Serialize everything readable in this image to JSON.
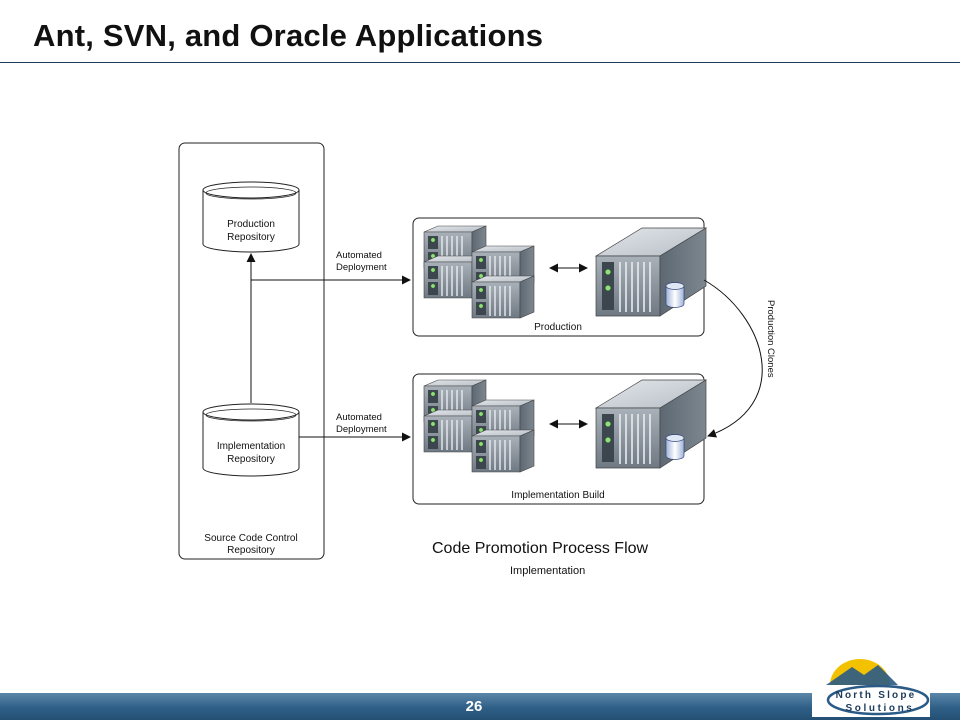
{
  "slide": {
    "title": "Ant, SVN, and Oracle Applications",
    "page_number": "26"
  },
  "diagram": {
    "repository_container": {
      "label_line1": "Source Code Control",
      "label_line2": "Repository"
    },
    "production_repository": {
      "label_line1": "Production",
      "label_line2": "Repository"
    },
    "implementation_repository": {
      "label_line1": "Implementation",
      "label_line2": "Repository"
    },
    "deploy_to_production": {
      "label_line1": "Automated",
      "label_line2": "Deployment"
    },
    "deploy_to_implementation": {
      "label_line1": "Automated",
      "label_line2": "Deployment"
    },
    "production_environment": {
      "label": "Production"
    },
    "implementation_environment": {
      "label": "Implementation Build"
    },
    "clone_flow": {
      "label": "Production Clones"
    },
    "caption": {
      "title": "Code Promotion Process Flow",
      "subtitle": "Implementation"
    }
  },
  "logo": {
    "line1": "North Slope",
    "line2": "Solutions",
    "sun_color": "#f2c200",
    "ring_color": "#2a5a86"
  },
  "colors": {
    "title_rule": "#1f3a5a",
    "footer_bar": "#2f5f86",
    "server_body": "#8a939c"
  }
}
